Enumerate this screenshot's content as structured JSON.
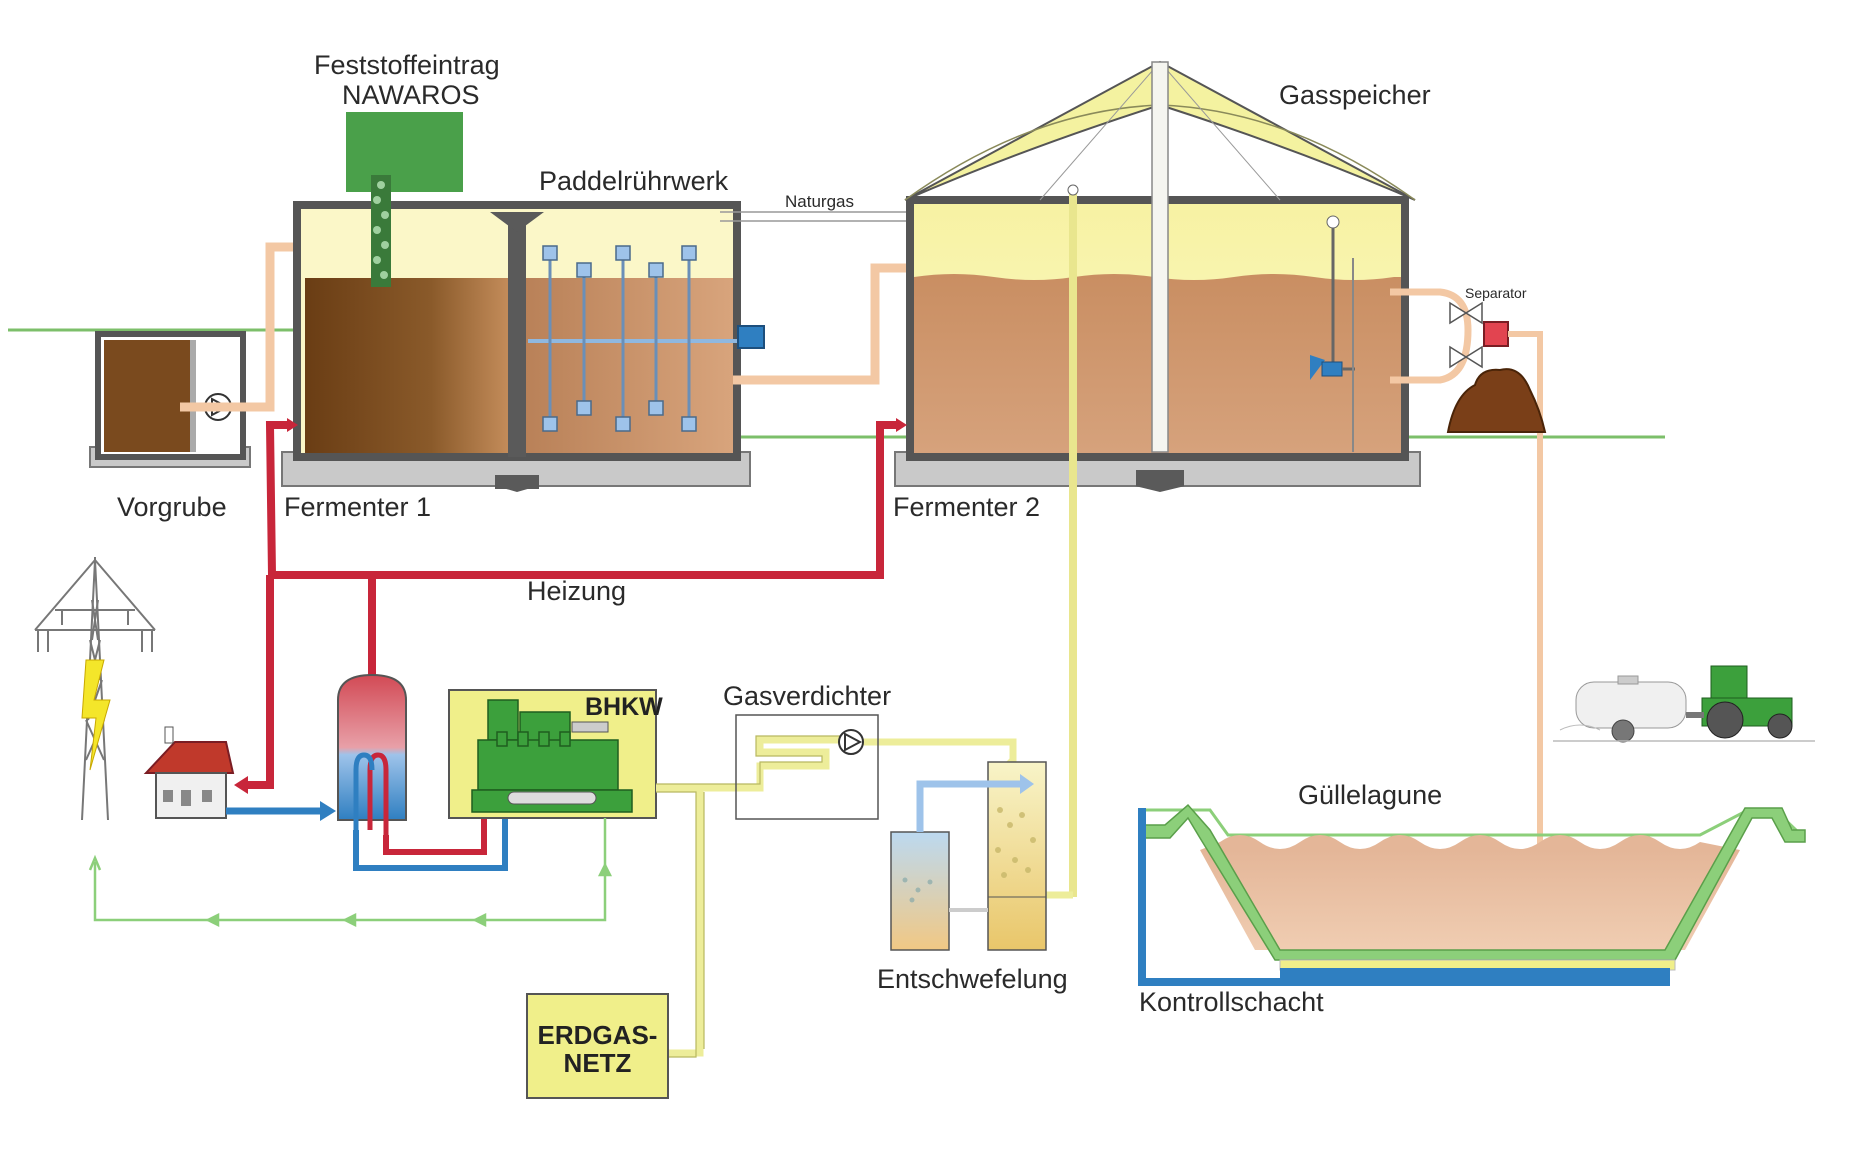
{
  "labels": {
    "feed_line1": "Feststoffeintrag",
    "feed_line2": "NAWAROS",
    "paddle": "Paddelrührwerk",
    "naturgas": "Naturgas",
    "gasspeicher": "Gasspeicher",
    "separator": "Separator",
    "vorgrube": "Vorgrube",
    "fermenter1": "Fermenter 1",
    "fermenter2": "Fermenter 2",
    "heizung": "Heizung",
    "bhkw": "BHKW",
    "gasverdichter": "Gasverdichter",
    "guellelagune": "Güllelagune",
    "entschwefelung": "Entschwefelung",
    "kontrollschacht": "Kontrollschacht",
    "erdgas_line1": "ERDGAS-",
    "erdgas_line2": "NETZ"
  },
  "colors": {
    "heating_pipe": "#c8263a",
    "cold_pipe": "#2f7fc1",
    "gas_pipe": "#eded9a",
    "substrate_pipe": "#f3c8a4",
    "digestate": "#d9a27a",
    "raw_substrate": "#7a4a1e",
    "gas_dome": "#f4f2a0",
    "ground_line": "#7cbf6a",
    "bhkw_box": "#f0ef8a",
    "feed_hopper": "#4aa04a"
  },
  "icons": [
    "power-pylon-icon",
    "lightning-icon",
    "house-icon",
    "pump-icon",
    "tractor-icon",
    "tanker-icon",
    "valve-icon",
    "stirrer-icon",
    "manure-heap-icon"
  ]
}
